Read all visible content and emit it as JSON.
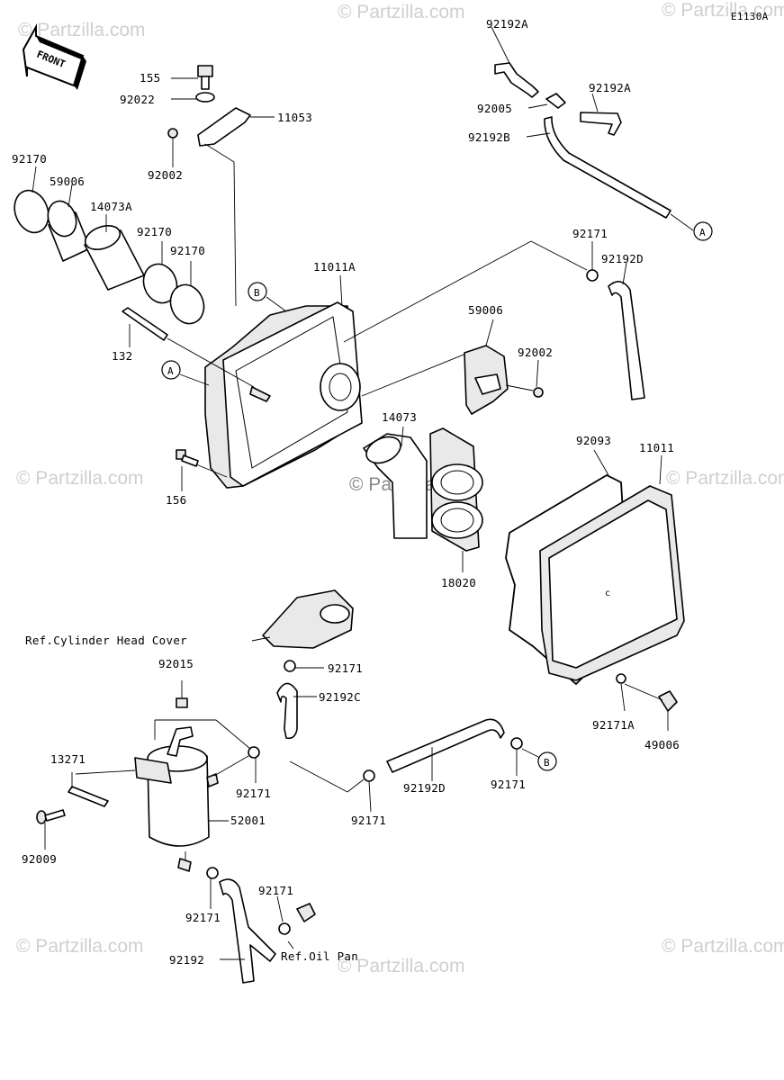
{
  "diagram_code": "E1130A",
  "front_label": "FRONT",
  "watermark": "© Partzilla.com",
  "callouts": {
    "a": "A",
    "b": "B"
  },
  "parts": {
    "p92192A_top": "92192A",
    "p92192A_right": "92192A",
    "p92005": "92005",
    "p92192B": "92192B",
    "p155": "155",
    "p92022": "92022",
    "p11053": "11053",
    "p92002_top": "92002",
    "p92170_left": "92170",
    "p59006_left": "59006",
    "p14073A": "14073A",
    "p92170_mid1": "92170",
    "p92170_mid2": "92170",
    "p11011A": "11011A",
    "p92171_topright": "92171",
    "p92192D_top": "92192D",
    "p59006_mid": "59006",
    "p92002_mid": "92002",
    "p132": "132",
    "p14073": "14073",
    "p92093": "92093",
    "p11011": "11011",
    "p156": "156",
    "p18020": "18020",
    "ref_cyl_head": "Ref.Cylinder Head Cover",
    "p92015": "92015",
    "p92171_headcover": "92171",
    "p92192C": "92192C",
    "p92171A": "92171A",
    "p49006": "49006",
    "p13271": "13271",
    "p92171_tank": "92171",
    "p52001": "52001",
    "p92192D_bottom": "92192D",
    "p92171_bottom_right": "92171",
    "p92171_bottom_mid": "92171",
    "p92009": "92009",
    "p92171_drain1": "92171",
    "p92171_drain2": "92171",
    "p92192": "92192",
    "ref_oil_pan": "Ref.Oil Pan"
  }
}
